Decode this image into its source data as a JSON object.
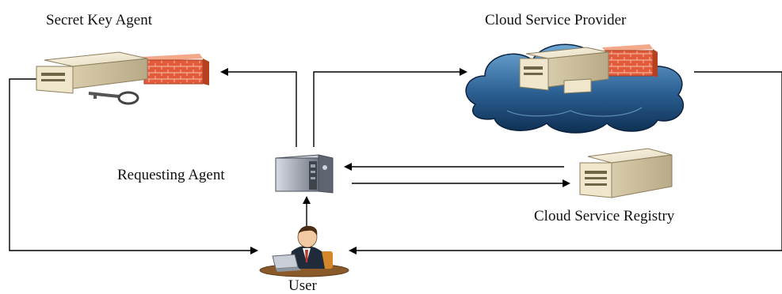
{
  "nodes": {
    "secret_key_agent": {
      "label": "Secret Key Agent"
    },
    "cloud_service_provider": {
      "label": "Cloud Service Provider"
    },
    "requesting_agent": {
      "label": "Requesting Agent"
    },
    "cloud_service_registry": {
      "label": "Cloud Service Registry"
    },
    "user": {
      "label": "User"
    }
  },
  "colors": {
    "line": "#000000",
    "server_body": "#f2ecd8",
    "server_front": "#e6dcbf",
    "firewall": "#e35b3a",
    "cloud_dark": "#123a63",
    "cloud_light": "#6fa8d6",
    "tower_body": "#9ea4b0"
  }
}
